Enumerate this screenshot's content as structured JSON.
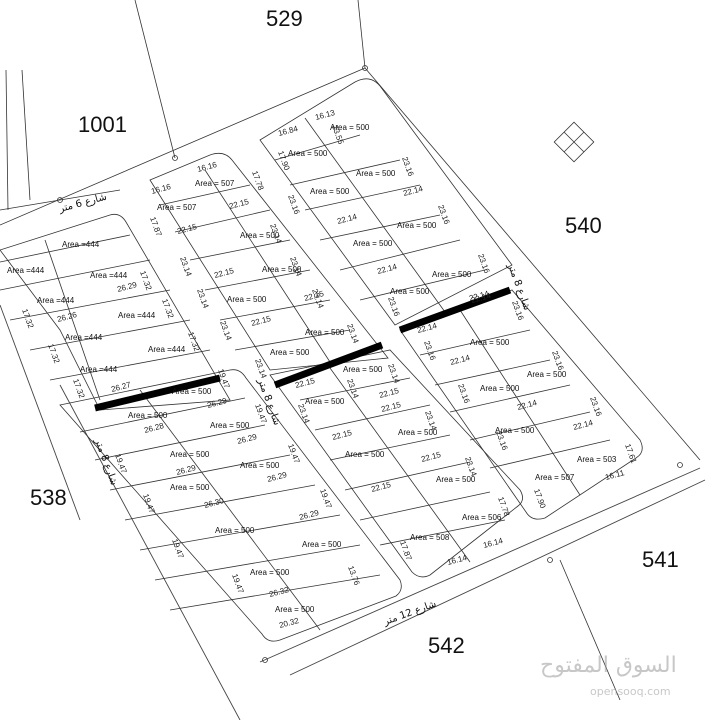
{
  "parcels": {
    "p529": "529",
    "p1001": "1001",
    "p540": "540",
    "p538": "538",
    "p541": "541",
    "p542": "542"
  },
  "streets": {
    "s6": "شارع 6 متر",
    "s8a": "شارع 8 متر",
    "s8b": "شارع 8 متر",
    "s8c": "شارع 8 متر",
    "s12": "شارع 12 متر"
  },
  "watermark": {
    "arabic": "السوق المفتوح",
    "latin": "opensooq.com"
  },
  "block1": {
    "areas": [
      "Area =444",
      "Area =444",
      "Area =444",
      "Area =444",
      "Area =444",
      "Area =444",
      "Area =444",
      "Area =444"
    ],
    "dims": [
      "17.32",
      "17.32",
      "17.32",
      "17.32",
      "17.32",
      "17.32",
      "26.26",
      "26.27",
      "26.29"
    ]
  },
  "block1_lower": {
    "areas": [
      "Area = 500",
      "Area = 500",
      "Area = 500",
      "Area = 500",
      "Area = 500",
      "Area = 500",
      "Area = 500",
      "Area = 500",
      "Area = 500",
      "Area = 500"
    ],
    "dims": [
      "19.47",
      "19.47",
      "19.47",
      "19.47",
      "19.47",
      "19.47",
      "19.47",
      "26.28",
      "26.29",
      "26.29",
      "26.29",
      "26.30",
      "26.29",
      "26.29",
      "26.32",
      "20.32",
      "13.76",
      "19.47"
    ]
  },
  "block2": {
    "areas": [
      "Area = 507",
      "Area = 507",
      "Area = 500",
      "Area = 500",
      "Area = 500",
      "Area = 500",
      "Area = 500"
    ],
    "dims": [
      "16.16",
      "16.16",
      "17.78",
      "17.87",
      "22.15",
      "22.15",
      "22.15",
      "22.15",
      "22.15",
      "23.14",
      "23.14",
      "23.14",
      "23.14",
      "23.14",
      "23.14",
      "23.14",
      "23.14"
    ]
  },
  "block2_lower": {
    "areas": [
      "Area = 500",
      "Area = 500",
      "Area = 500",
      "Area = 500",
      "Area = 500",
      "Area = 508",
      "Area = 506"
    ],
    "dims": [
      "22.15",
      "22.15",
      "22.15",
      "22.15",
      "22.15",
      "22.15",
      "23.14",
      "23.14",
      "23.14",
      "23.14",
      "23.14",
      "17.87",
      "16.14",
      "16.14",
      "17.78"
    ]
  },
  "block3": {
    "areas": [
      "Area = 500",
      "Area = 500",
      "Area = 500",
      "Area = 500",
      "Area = 500",
      "Area = 500",
      "Area = 500"
    ],
    "dims": [
      "16.84",
      "16.13",
      "23.55",
      "17.90",
      "23.16",
      "23.16",
      "23.16",
      "23.16",
      "23.16",
      "22.14",
      "22.14",
      "22.14",
      "22.14"
    ]
  },
  "block3_lower": {
    "areas": [
      "Area = 500",
      "Area = 500",
      "Area = 500",
      "Area = 500",
      "Area = 500",
      "Area = 503",
      "Area = 507"
    ],
    "dims": [
      "22.14",
      "22.14",
      "22.14",
      "22.14",
      "22.14",
      "23.16",
      "23.16",
      "23.16",
      "23.16",
      "23.16",
      "23.16",
      "17.61",
      "16.11",
      "17.90"
    ]
  }
}
